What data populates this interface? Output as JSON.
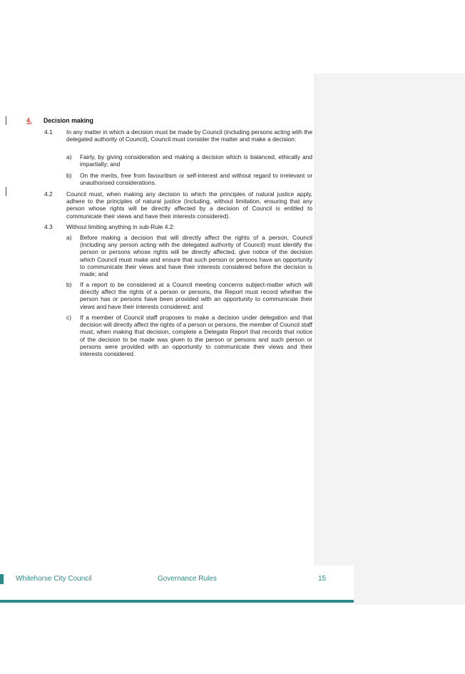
{
  "heading": {
    "number": "4.",
    "title": "Decision making"
  },
  "clauses": [
    {
      "number": "4.1",
      "text": "In any matter in which a decision must be made by Council (including persons acting with the delegated authority of Council), Council must consider the matter and make a decision:",
      "items": [
        {
          "label": "a)",
          "text": "Fairly, by giving consideration and making a decision which is balanced, ethically and impartially; and"
        },
        {
          "label": "b)",
          "text": "On the merits, free from favouritism or self-interest and without regard to irrelevant or unauthorised considerations."
        }
      ]
    },
    {
      "number": "4.2",
      "text": "Council must, when making any decision to which the principles of natural justice apply, adhere to the principles of natural justice (including, without limitation, ensuring that any person whose rights will be directly affected by a decision of Council is entitled to communicate their views and have their interests considered)."
    },
    {
      "number": "4.3",
      "text": "Without limiting anything in sub-Rule 4.2:",
      "items": [
        {
          "label": "a)",
          "text": "Before making a decision that will directly affect the rights of a person, Council (including any person acting with the delegated authority of Council) must identify the person or persons whose rights will be directly affected, give notice of the decision which Council must make and ensure that such person or persons have an opportunity to communicate their views and have their interests considered before the decision is made; and"
        },
        {
          "label": "b)",
          "text": "If a report to be considered at a Council meeting concerns subject-matter which will directly affect the rights of a person or persons, the Report must record whether the person has or persons have been provided with an opportunity to communicate their views and have their interests considered; and"
        },
        {
          "label": "c)",
          "text": "If a member of Council staff proposes to make a decision under delegation and that decision will directly affect the rights of a person or persons, the member of Council staff must, when making that decision, complete a Delegate Report that records that notice of the decision to be made was given to the person or persons and such person or persons were provided with an opportunity to communicate their views and their interests considered."
        }
      ]
    }
  ],
  "footer": {
    "organization": "Whitehorse City Council",
    "document": "Governance Rules",
    "page_number": "15"
  },
  "colors": {
    "accent_teal": "#2d8a86",
    "tracked_change_red": "#d43a32",
    "comment_pane": "#f3f3f3"
  }
}
